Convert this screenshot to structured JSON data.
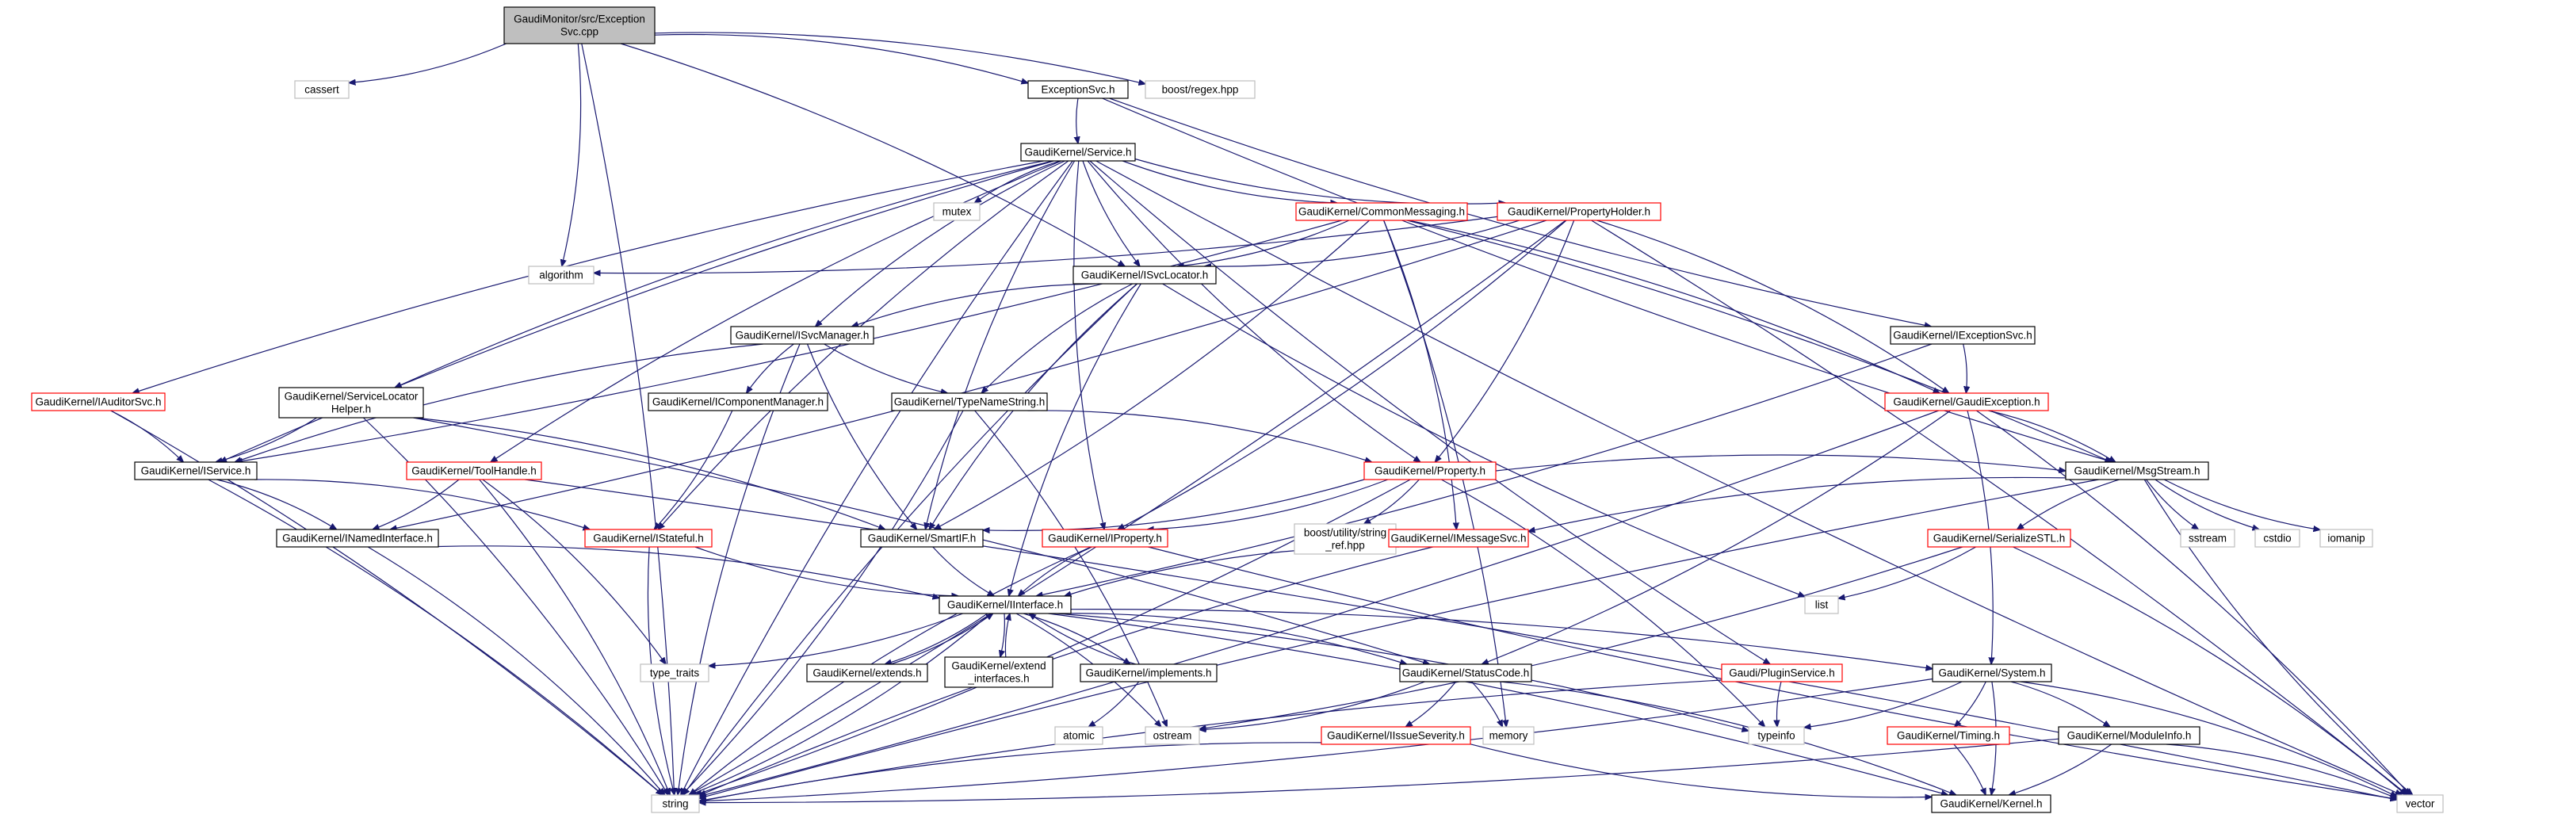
{
  "graph": {
    "nodes": [
      {
        "id": "root",
        "lines": [
          "GaudiMonitor/src/Exception",
          "Svc.cpp"
        ],
        "style": "root"
      },
      {
        "id": "cassert",
        "lines": [
          "cassert"
        ],
        "style": "gray"
      },
      {
        "id": "algorithm",
        "lines": [
          "algorithm"
        ],
        "style": "gray"
      },
      {
        "id": "exsvc",
        "lines": [
          "ExceptionSvc.h"
        ],
        "style": "black"
      },
      {
        "id": "regex",
        "lines": [
          "boost/regex.hpp"
        ],
        "style": "gray"
      },
      {
        "id": "service",
        "lines": [
          "GaudiKernel/Service.h"
        ],
        "style": "black"
      },
      {
        "id": "mutex",
        "lines": [
          "mutex"
        ],
        "style": "gray"
      },
      {
        "id": "commsg",
        "lines": [
          "GaudiKernel/CommonMessaging.h"
        ],
        "style": "red"
      },
      {
        "id": "propholder",
        "lines": [
          "GaudiKernel/PropertyHolder.h"
        ],
        "style": "red"
      },
      {
        "id": "isvcloc",
        "lines": [
          "GaudiKernel/ISvcLocator.h"
        ],
        "style": "black"
      },
      {
        "id": "isvcmgr",
        "lines": [
          "GaudiKernel/ISvcManager.h"
        ],
        "style": "black"
      },
      {
        "id": "iexsvc",
        "lines": [
          "GaudiKernel/IExceptionSvc.h"
        ],
        "style": "black"
      },
      {
        "id": "iauditor",
        "lines": [
          "GaudiKernel/IAuditorSvc.h"
        ],
        "style": "red"
      },
      {
        "id": "svclochelper",
        "lines": [
          "GaudiKernel/ServiceLocator",
          "Helper.h"
        ],
        "style": "black"
      },
      {
        "id": "icompmgr",
        "lines": [
          "GaudiKernel/IComponentManager.h"
        ],
        "style": "black"
      },
      {
        "id": "typename",
        "lines": [
          "GaudiKernel/TypeNameString.h"
        ],
        "style": "black"
      },
      {
        "id": "gaudiexc",
        "lines": [
          "GaudiKernel/GaudiException.h"
        ],
        "style": "red"
      },
      {
        "id": "iservice",
        "lines": [
          "GaudiKernel/IService.h"
        ],
        "style": "black"
      },
      {
        "id": "toolhandle",
        "lines": [
          "GaudiKernel/ToolHandle.h"
        ],
        "style": "red"
      },
      {
        "id": "property",
        "lines": [
          "GaudiKernel/Property.h"
        ],
        "style": "red"
      },
      {
        "id": "msgstream",
        "lines": [
          "GaudiKernel/MsgStream.h"
        ],
        "style": "black"
      },
      {
        "id": "inamed",
        "lines": [
          "GaudiKernel/INamedInterface.h"
        ],
        "style": "black"
      },
      {
        "id": "istateful",
        "lines": [
          "GaudiKernel/IStateful.h"
        ],
        "style": "red"
      },
      {
        "id": "smartif",
        "lines": [
          "GaudiKernel/SmartIF.h"
        ],
        "style": "black"
      },
      {
        "id": "iproperty",
        "lines": [
          "GaudiKernel/IProperty.h"
        ],
        "style": "red"
      },
      {
        "id": "strref",
        "lines": [
          "boost/utility/string",
          "_ref.hpp"
        ],
        "style": "gray"
      },
      {
        "id": "imsgsvc",
        "lines": [
          "GaudiKernel/IMessageSvc.h"
        ],
        "style": "red"
      },
      {
        "id": "serstl",
        "lines": [
          "GaudiKernel/SerializeSTL.h"
        ],
        "style": "red"
      },
      {
        "id": "sstream",
        "lines": [
          "sstream"
        ],
        "style": "gray"
      },
      {
        "id": "cstdio",
        "lines": [
          "cstdio"
        ],
        "style": "gray"
      },
      {
        "id": "iomanip",
        "lines": [
          "iomanip"
        ],
        "style": "gray"
      },
      {
        "id": "list",
        "lines": [
          "list"
        ],
        "style": "gray"
      },
      {
        "id": "iinterface",
        "lines": [
          "GaudiKernel/IInterface.h"
        ],
        "style": "black"
      },
      {
        "id": "typetraits",
        "lines": [
          "type_traits"
        ],
        "style": "gray"
      },
      {
        "id": "extends",
        "lines": [
          "GaudiKernel/extends.h"
        ],
        "style": "black"
      },
      {
        "id": "extendif",
        "lines": [
          "GaudiKernel/extend",
          "_interfaces.h"
        ],
        "style": "black"
      },
      {
        "id": "implements",
        "lines": [
          "GaudiKernel/implements.h"
        ],
        "style": "black"
      },
      {
        "id": "statuscode",
        "lines": [
          "GaudiKernel/StatusCode.h"
        ],
        "style": "black"
      },
      {
        "id": "pluginsvc",
        "lines": [
          "Gaudi/PluginService.h"
        ],
        "style": "red"
      },
      {
        "id": "system",
        "lines": [
          "GaudiKernel/System.h"
        ],
        "style": "black"
      },
      {
        "id": "atomic",
        "lines": [
          "atomic"
        ],
        "style": "gray"
      },
      {
        "id": "ostream",
        "lines": [
          "ostream"
        ],
        "style": "gray"
      },
      {
        "id": "memory",
        "lines": [
          "memory"
        ],
        "style": "gray"
      },
      {
        "id": "typeinfo",
        "lines": [
          "typeinfo"
        ],
        "style": "gray"
      },
      {
        "id": "issueseverity",
        "lines": [
          "GaudiKernel/IIssueSeverity.h"
        ],
        "style": "red"
      },
      {
        "id": "timing",
        "lines": [
          "GaudiKernel/Timing.h"
        ],
        "style": "red"
      },
      {
        "id": "moduleinfo",
        "lines": [
          "GaudiKernel/ModuleInfo.h"
        ],
        "style": "black"
      },
      {
        "id": "string",
        "lines": [
          "string"
        ],
        "style": "gray"
      },
      {
        "id": "kernel",
        "lines": [
          "GaudiKernel/Kernel.h"
        ],
        "style": "black"
      },
      {
        "id": "vector",
        "lines": [
          "vector"
        ],
        "style": "gray"
      }
    ],
    "edges": [
      [
        "root",
        "cassert"
      ],
      [
        "root",
        "algorithm"
      ],
      [
        "root",
        "exsvc"
      ],
      [
        "root",
        "regex"
      ],
      [
        "root",
        "isvcloc"
      ],
      [
        "root",
        "string"
      ],
      [
        "exsvc",
        "service"
      ],
      [
        "exsvc",
        "iexsvc"
      ],
      [
        "exsvc",
        "msgstream"
      ],
      [
        "service",
        "mutex"
      ],
      [
        "service",
        "commsg"
      ],
      [
        "service",
        "propholder"
      ],
      [
        "service",
        "isvcloc"
      ],
      [
        "service",
        "isvcmgr"
      ],
      [
        "service",
        "iauditor"
      ],
      [
        "service",
        "svclochelper"
      ],
      [
        "service",
        "iservice"
      ],
      [
        "service",
        "toolhandle"
      ],
      [
        "service",
        "property"
      ],
      [
        "service",
        "istateful"
      ],
      [
        "service",
        "smartif"
      ],
      [
        "service",
        "iproperty"
      ],
      [
        "service",
        "pluginsvc"
      ],
      [
        "service",
        "vector"
      ],
      [
        "service",
        "string"
      ],
      [
        "commsg",
        "isvcloc"
      ],
      [
        "commsg",
        "imsgsvc"
      ],
      [
        "commsg",
        "msgstream"
      ],
      [
        "commsg",
        "memory"
      ],
      [
        "commsg",
        "smartif"
      ],
      [
        "commsg",
        "iservice"
      ],
      [
        "commsg",
        "gaudiexc"
      ],
      [
        "propholder",
        "isvcloc"
      ],
      [
        "propholder",
        "property"
      ],
      [
        "propholder",
        "iproperty"
      ],
      [
        "propholder",
        "algorithm"
      ],
      [
        "propholder",
        "gaudiexc"
      ],
      [
        "propholder",
        "string"
      ],
      [
        "propholder",
        "vector"
      ],
      [
        "propholder",
        "inamed"
      ],
      [
        "isvcloc",
        "isvcmgr"
      ],
      [
        "isvcloc",
        "typename"
      ],
      [
        "isvcloc",
        "smartif"
      ],
      [
        "isvcloc",
        "iinterface"
      ],
      [
        "isvcloc",
        "string"
      ],
      [
        "isvcloc",
        "list"
      ],
      [
        "isvcmgr",
        "icompmgr"
      ],
      [
        "isvcmgr",
        "typename"
      ],
      [
        "isvcmgr",
        "iservice"
      ],
      [
        "isvcmgr",
        "smartif"
      ],
      [
        "isvcmgr",
        "string"
      ],
      [
        "iexsvc",
        "gaudiexc"
      ],
      [
        "iexsvc",
        "iinterface"
      ],
      [
        "iauditor",
        "iservice"
      ],
      [
        "iauditor",
        "string"
      ],
      [
        "svclochelper",
        "iservice"
      ],
      [
        "svclochelper",
        "smartif"
      ],
      [
        "svclochelper",
        "statuscode"
      ],
      [
        "svclochelper",
        "string"
      ],
      [
        "icompmgr",
        "istateful"
      ],
      [
        "typename",
        "property"
      ],
      [
        "typename",
        "string"
      ],
      [
        "typename",
        "ostream"
      ],
      [
        "gaudiexc",
        "msgstream"
      ],
      [
        "gaudiexc",
        "statuscode"
      ],
      [
        "gaudiexc",
        "system"
      ],
      [
        "gaudiexc",
        "string"
      ],
      [
        "gaudiexc",
        "vector"
      ],
      [
        "iservice",
        "inamed"
      ],
      [
        "iservice",
        "istateful"
      ],
      [
        "iservice",
        "string"
      ],
      [
        "toolhandle",
        "inamed"
      ],
      [
        "toolhandle",
        "typetraits"
      ],
      [
        "toolhandle",
        "string"
      ],
      [
        "toolhandle",
        "vector"
      ],
      [
        "property",
        "smartif"
      ],
      [
        "property",
        "iproperty"
      ],
      [
        "property",
        "strref"
      ],
      [
        "property",
        "typeinfo"
      ],
      [
        "property",
        "string"
      ],
      [
        "property",
        "msgstream"
      ],
      [
        "msgstream",
        "imsgsvc"
      ],
      [
        "msgstream",
        "serstl"
      ],
      [
        "msgstream",
        "sstream"
      ],
      [
        "msgstream",
        "cstdio"
      ],
      [
        "msgstream",
        "iomanip"
      ],
      [
        "msgstream",
        "string"
      ],
      [
        "msgstream",
        "vector"
      ],
      [
        "inamed",
        "iinterface"
      ],
      [
        "inamed",
        "string"
      ],
      [
        "istateful",
        "iinterface"
      ],
      [
        "istateful",
        "string"
      ],
      [
        "smartif",
        "iinterface"
      ],
      [
        "iproperty",
        "iinterface"
      ],
      [
        "iproperty",
        "string"
      ],
      [
        "iproperty",
        "vector"
      ],
      [
        "imsgsvc",
        "iinterface"
      ],
      [
        "imsgsvc",
        "string"
      ],
      [
        "serstl",
        "list"
      ],
      [
        "serstl",
        "ostream"
      ],
      [
        "serstl",
        "vector"
      ],
      [
        "iinterface",
        "extends"
      ],
      [
        "iinterface",
        "extendif"
      ],
      [
        "iinterface",
        "implements"
      ],
      [
        "iinterface",
        "statuscode"
      ],
      [
        "iinterface",
        "system"
      ],
      [
        "iinterface",
        "typetraits"
      ],
      [
        "iinterface",
        "kernel"
      ],
      [
        "iinterface",
        "typeinfo"
      ],
      [
        "iinterface",
        "ostream"
      ],
      [
        "iinterface",
        "string"
      ],
      [
        "extends",
        "iinterface"
      ],
      [
        "extendif",
        "iinterface"
      ],
      [
        "implements",
        "iinterface"
      ],
      [
        "implements",
        "atomic"
      ],
      [
        "statuscode",
        "issueseverity"
      ],
      [
        "statuscode",
        "ostream"
      ],
      [
        "statuscode",
        "memory"
      ],
      [
        "statuscode",
        "kernel"
      ],
      [
        "pluginsvc",
        "typeinfo"
      ],
      [
        "pluginsvc",
        "string"
      ],
      [
        "system",
        "typeinfo"
      ],
      [
        "system",
        "timing"
      ],
      [
        "system",
        "moduleinfo"
      ],
      [
        "system",
        "kernel"
      ],
      [
        "system",
        "string"
      ],
      [
        "system",
        "vector"
      ],
      [
        "issueseverity",
        "kernel"
      ],
      [
        "issueseverity",
        "string"
      ],
      [
        "timing",
        "kernel"
      ],
      [
        "moduleinfo",
        "kernel"
      ],
      [
        "moduleinfo",
        "string"
      ],
      [
        "moduleinfo",
        "vector"
      ]
    ],
    "colors": {
      "edge": "#191970",
      "root_fill": "#bfbfbf",
      "black_stroke": "#000000",
      "red_stroke": "#ff0000",
      "gray_stroke": "#bfbfbf",
      "text": "#000000"
    }
  }
}
